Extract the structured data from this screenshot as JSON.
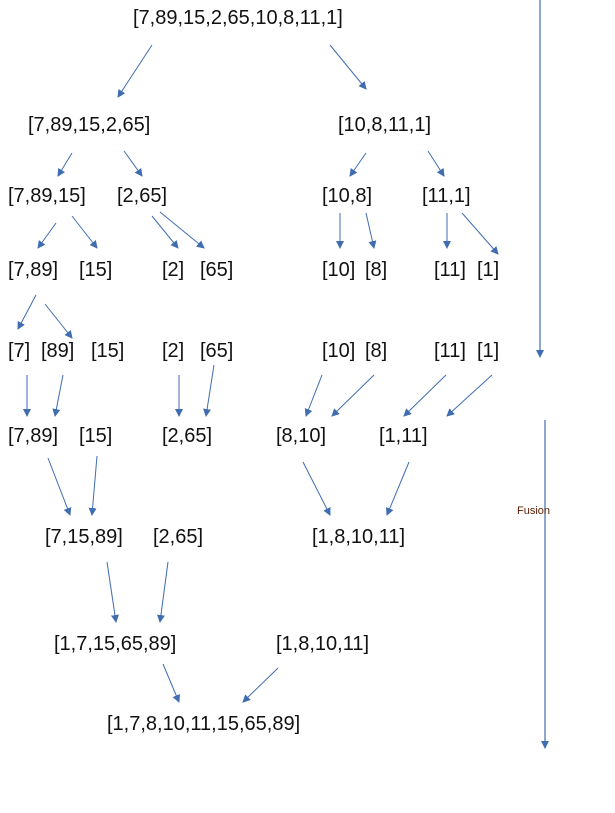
{
  "diagram": {
    "split": {
      "root": "[7,89,15,2,65,10,8,11,1]",
      "level1": [
        "[7,89,15,2,65]",
        "[10,8,11,1]"
      ],
      "level2": [
        "[7,89,15]",
        "[2,65]",
        "[10,8]",
        "[11,1]"
      ],
      "level3": [
        "[7,89]",
        "[15]",
        "[2]",
        "[65]",
        "[10]",
        "[8]",
        "[11]",
        "[1]"
      ],
      "level4": [
        "[7]",
        "[89]",
        "[15]",
        "[2]",
        "[65]",
        "[10]",
        "[8]",
        "[11]",
        "[1]"
      ]
    },
    "merge": {
      "level1": [
        "[7,89]",
        "[15]",
        "[2,65]",
        "[8,10]",
        "[1,11]"
      ],
      "level2": [
        "[7,15,89]",
        "[2,65]",
        "[1,8,10,11]"
      ],
      "level3": [
        "[1,7,15,65,89]",
        "[1,8,10,11]"
      ],
      "result": "[1,7,8,10,11,15,65,89]"
    },
    "fusion_label": "Fusion",
    "colors": {
      "arrow": "#3f6db0",
      "text": "#111111",
      "fusion_text": "#5a1a00"
    }
  }
}
